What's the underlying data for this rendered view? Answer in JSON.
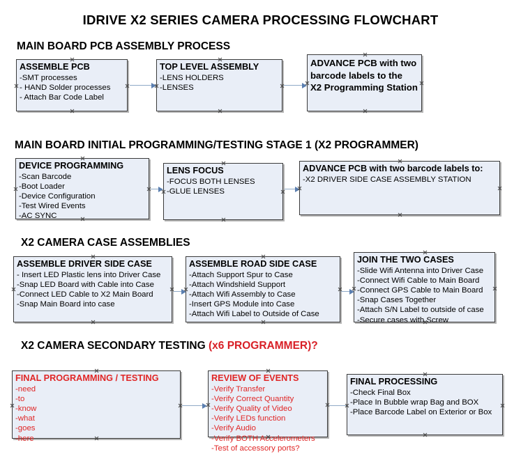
{
  "document": {
    "title": "IDRIVE X2  SERIES CAMERA PROCESSING FLOWCHART"
  },
  "sections": [
    {
      "id": "main-board-pcb-assembly-process",
      "heading": "MAIN BOARD PCB ASSEMBLY PROCESS",
      "heading_accent": "",
      "nodes": [
        {
          "id": "assemble-pcb",
          "head": "ASSEMBLE PCB",
          "lines": [
            " -SMT processes",
            "- HAND Solder processes",
            "- Attach Bar Code Label"
          ]
        },
        {
          "id": "top-level-assembly",
          "head": "TOP LEVEL ASSEMBLY",
          "lines": [
            "-LENS HOLDERS",
            "-LENSES"
          ]
        },
        {
          "id": "advance-pcb-to-x2-programming-station",
          "head": "ADVANCE PCB with two",
          "lines": [
            "barcode labels to the",
            " X2 Programming Station"
          ]
        }
      ]
    },
    {
      "id": "main-board-initial-programming-testing-stage-1",
      "heading": "MAIN BOARD INITIAL PROGRAMMING/TESTING STAGE 1 (X2 PROGRAMMER)",
      "heading_accent": "",
      "nodes": [
        {
          "id": "device-programming",
          "head": "DEVICE PROGRAMMING",
          "lines": [
            "-Scan Barcode",
            "-Boot Loader",
            "-Device Configuration",
            "-Test Wired Events",
            "-AC SYNC"
          ]
        },
        {
          "id": "lens-focus",
          "head": "LENS FOCUS",
          "lines": [
            "-FOCUS BOTH LENSES",
            "-GLUE LENSES"
          ]
        },
        {
          "id": "advance-pcb-to-driver-side-case-assembly-station",
          "head": "ADVANCE PCB with two barcode labels to:",
          "lines": [
            "-X2 DRIVER  SIDE  CASE  ASSEMBLY STATION"
          ]
        }
      ]
    },
    {
      "id": "x2-camera-case-assemblies",
      "heading": "X2 CAMERA CASE ASSEMBLIES",
      "heading_accent": "",
      "nodes": [
        {
          "id": "assemble-driver-side-case",
          "head": "ASSEMBLE DRIVER SIDE CASE",
          "lines": [
            "- Insert LED Plastic lens into Driver Case",
            "-Snap LED Board with Cable into Case",
            "-Connect LED Cable to X2 Main Board",
            "-Snap Main Board into case"
          ]
        },
        {
          "id": "assemble-road-side-case",
          "head": "ASSEMBLE ROAD SIDE CASE",
          "lines": [
            "-Attach Support Spur to Case",
            "-Attach Windshield Support",
            "-Attach Wifi Assembly to Case",
            "-Insert GPS Module into Case",
            "-Attach Wifi Label to Outside of Case"
          ]
        },
        {
          "id": "join-the-two-cases",
          "head": "JOIN THE TWO CASES",
          "lines": [
            "-Slide Wifi Antenna into Driver Case",
            "-Connect Wifi Cable to Main Board",
            "-Connect GPS Cable to Main Board",
            "-Snap Cases Together",
            "-Attach S/N Label to outside of case",
            "-Secure cases with Screw"
          ]
        }
      ]
    },
    {
      "id": "x2-camera-secondary-testing",
      "heading": "X2 CAMERA SECONDARY TESTING ",
      "heading_accent": "(x6 PROGRAMMER)?",
      "nodes": [
        {
          "id": "final-programming-testing",
          "head": "FINAL PROGRAMMING / TESTING",
          "lines": [
            "-need",
            "-to",
            "-know",
            "-what",
            "-goes",
            "-here"
          ]
        },
        {
          "id": "review-of-events",
          "head": "REVIEW OF EVENTS",
          "lines": [
            "-Verify Transfer",
            "-Verify Correct Quantity",
            "-Verify Quality of Video",
            "-Verify LEDs function",
            "-Verify Audio",
            "-Verify BOTH Accelerometers",
            "-Test of accessory ports?"
          ]
        },
        {
          "id": "final-processing",
          "head": "FINAL PROCESSING",
          "lines": [
            " -Check Final Box",
            "-Place In Bubble wrap Bag and BOX",
            "-Place Barcode Label on Exterior or Box"
          ]
        }
      ]
    }
  ],
  "colors": {
    "node_fill": "#e9eef7",
    "node_border": "#3a3a3a",
    "accent_red": "#e02626",
    "heading_red": "#d81f26",
    "connector": "#8fa9c6",
    "connector_head": "#5b7fb0"
  }
}
